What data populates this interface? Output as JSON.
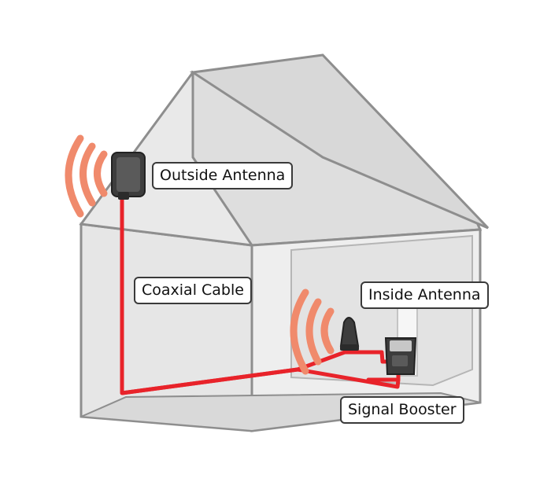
{
  "labels": {
    "outside_antenna": "Outside Antenna",
    "coaxial_cable": "Coaxial Cable",
    "inside_antenna": "Inside Antenna",
    "signal_booster": "Signal Booster"
  },
  "colors": {
    "cable": "#e8232a",
    "wave": "#f08a6c",
    "wall": "#e6e6e6",
    "roof": "#dcdcdc",
    "outline": "#8e8e8e",
    "device": "#3d3d3d"
  },
  "icons": {
    "outside_antenna": "panel-antenna-icon",
    "inside_antenna": "dome-antenna-icon",
    "signal_booster": "booster-unit-icon"
  }
}
